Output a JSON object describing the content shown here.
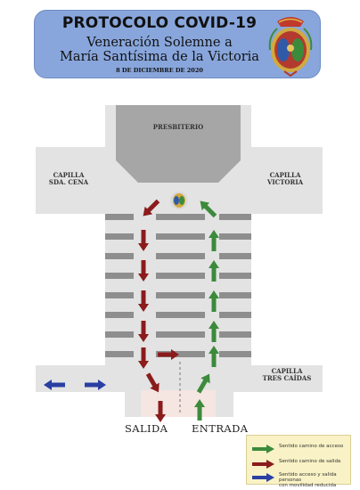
{
  "header": {
    "title": "PROTOCOLO COVID-19",
    "subtitle_line1": "Veneración Solemne a",
    "subtitle_line2": "María Santísima de la Victoria",
    "date": "8 DE DICIEMBRE DE 2020"
  },
  "plan": {
    "presbiterio": "PRESBITERIO",
    "capilla_left_1": "CAPILLA",
    "capilla_left_2": "SDA. CENA",
    "capilla_right_1": "CAPILLA",
    "capilla_right_2": "VICTORIA",
    "capilla_tres_1": "CAPILLA",
    "capilla_tres_2": "TRES CAÍDAS",
    "salida": "SALIDA",
    "entrada": "ENTRADA"
  },
  "legend": {
    "items": [
      {
        "label": "Sentido camino de acceso",
        "color": "#3c8a3c"
      },
      {
        "label": "Sentido camino de salida",
        "color": "#8b1c1c"
      },
      {
        "label_line1": "Sentido acceso y salida personas",
        "label_line2": "con movilidad reducida",
        "color": "#2a3fa3"
      }
    ]
  },
  "colors": {
    "header_bg": "#88a6dc",
    "floor": "#e3e3e3",
    "presbiterio": "#a6a6a6",
    "bench": "#8e8e8e",
    "entrance": "#f5e6e1"
  }
}
